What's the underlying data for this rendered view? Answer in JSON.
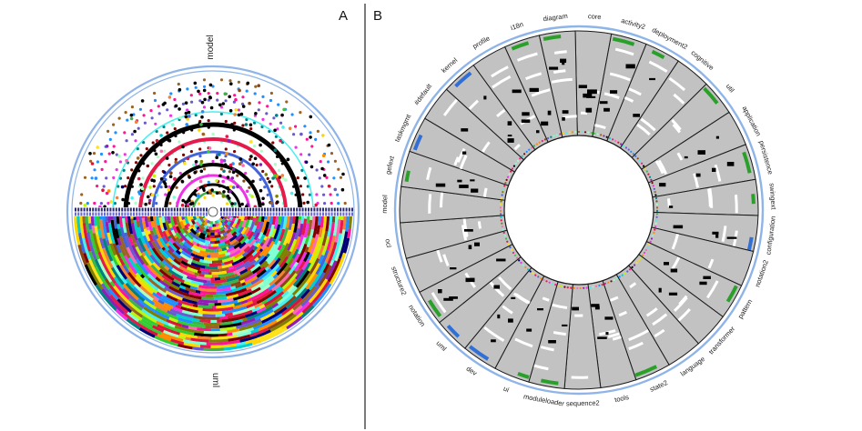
{
  "panel_a": {
    "letter": "A",
    "top_label": "model",
    "bottom_label": "uml",
    "ring_color": "#8fb4e8"
  },
  "panel_b": {
    "letter": "B",
    "ring_color": "#8fb4e8",
    "sector_fill": "#c2c2c2",
    "packages": [
      "core",
      "activity2",
      "deployment2",
      "cognitive",
      "util",
      "application",
      "persistence",
      "swingext",
      "configuration",
      "notation2",
      "pattern",
      "transformer",
      "language",
      "state2",
      "tools",
      "sequence2",
      "moduleloader",
      "ui",
      "dev",
      "uml",
      "notation",
      "structure2",
      "ocl",
      "model",
      "gefext",
      "taskmgmt",
      "#default",
      "kernel",
      "profile",
      "i18n",
      "diagram"
    ]
  },
  "colors": {
    "palette": [
      "#e6194b",
      "#3cb44b",
      "#ffe119",
      "#4363d8",
      "#f58231",
      "#911eb4",
      "#46f0f0",
      "#f032e6",
      "#bcf60c",
      "#008080",
      "#9a6324",
      "#800000",
      "#aaffc3",
      "#808000",
      "#000075",
      "#ff69b4",
      "#7fffd4",
      "#ff8c00",
      "#6a5acd",
      "#00ced1",
      "#dc143c",
      "#32cd32",
      "#1e90ff",
      "#ff1493",
      "#ffd700",
      "#8b4513",
      "#000000"
    ],
    "edge_green": "#2aa02a",
    "edge_blue": "#2f6fd6"
  }
}
